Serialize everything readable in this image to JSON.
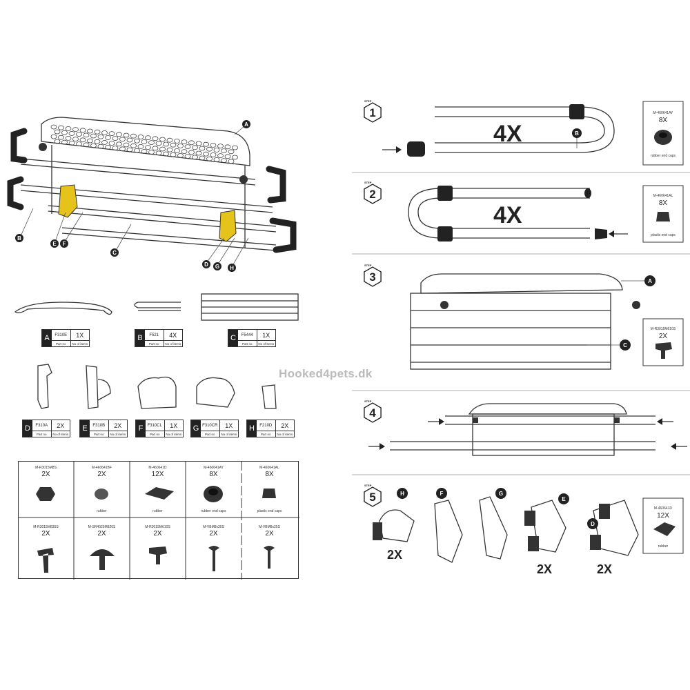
{
  "watermark": "Hooked4pets.dk",
  "callout_letters": {
    "a": "A",
    "b": "B",
    "c": "C",
    "d": "D",
    "e": "E",
    "f": "F",
    "g": "G",
    "h": "H"
  },
  "parts": [
    {
      "letter": "A",
      "part_no": "F310E",
      "qty": "1X"
    },
    {
      "letter": "B",
      "part_no": "F521",
      "qty": "4X"
    },
    {
      "letter": "C",
      "part_no": "F5444",
      "qty": "1X"
    },
    {
      "letter": "D",
      "part_no": "F310A",
      "qty": "2X"
    },
    {
      "letter": "E",
      "part_no": "F310B",
      "qty": "2X"
    },
    {
      "letter": "F",
      "part_no": "F310CL",
      "qty": "1X"
    },
    {
      "letter": "G",
      "part_no": "F310CR",
      "qty": "1X"
    },
    {
      "letter": "H",
      "part_no": "F210D",
      "qty": "2X"
    }
  ],
  "part_labels": {
    "part_no": "Part no",
    "no_of_items": "No of items"
  },
  "hardware": [
    {
      "code": "M-R3015M8S",
      "qty": "2X",
      "desc": ""
    },
    {
      "code": "M-460641BF",
      "qty": "2X",
      "desc": "rubber"
    },
    {
      "code": "M-460641D",
      "qty": "12X",
      "desc": "rubber"
    },
    {
      "code": "M-460641AY",
      "qty": "8X",
      "desc": "rubber end caps"
    },
    {
      "code": "M-460641AL",
      "qty": "8X",
      "desc": "plastic end caps"
    },
    {
      "code": "M-R3015M835S",
      "qty": "2X",
      "desc": ""
    },
    {
      "code": "M-SR4025M820S",
      "qty": "2X",
      "desc": ""
    },
    {
      "code": "M-R3015M610S",
      "qty": "2X",
      "desc": ""
    },
    {
      "code": "M-VBM8x30S",
      "qty": "2X",
      "desc": ""
    },
    {
      "code": "M-VBM8x25S",
      "qty": "2X",
      "desc": ""
    }
  ],
  "steps": [
    {
      "label": "STEP",
      "number": "1",
      "multiplier": "4X",
      "callout": "B",
      "box_code": "M-460641AY",
      "box_qty": "8X",
      "box_desc": "rubber end caps"
    },
    {
      "label": "STEP",
      "number": "2",
      "multiplier": "4X",
      "box_code": "M-460641AL",
      "box_qty": "8X",
      "box_desc": "plastic end caps"
    },
    {
      "label": "STEP",
      "number": "3",
      "callout_top": "A",
      "callout_mid": "C",
      "box_code": "M-R3015M610S",
      "box_qty": "2X"
    },
    {
      "label": "STEP",
      "number": "4"
    },
    {
      "label": "STEP",
      "number": "5",
      "callouts": [
        "H",
        "F",
        "G",
        "E",
        "D"
      ],
      "quantities": [
        "2X",
        "2X",
        "2X"
      ],
      "box_code": "M-460641D",
      "box_qty": "12X",
      "box_desc": "rubber"
    }
  ]
}
